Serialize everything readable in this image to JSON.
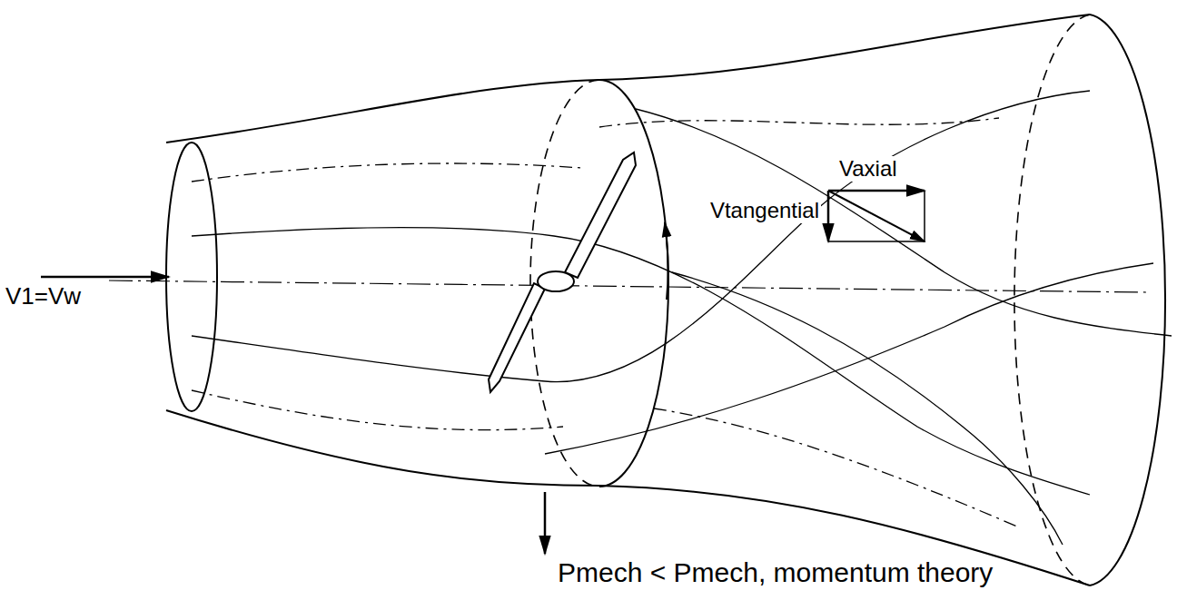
{
  "diagram": {
    "labels": [
      "V1=Vw",
      "Vaxial",
      "Vtangential",
      "Pmech < Pmech, momentum theory"
    ]
  }
}
